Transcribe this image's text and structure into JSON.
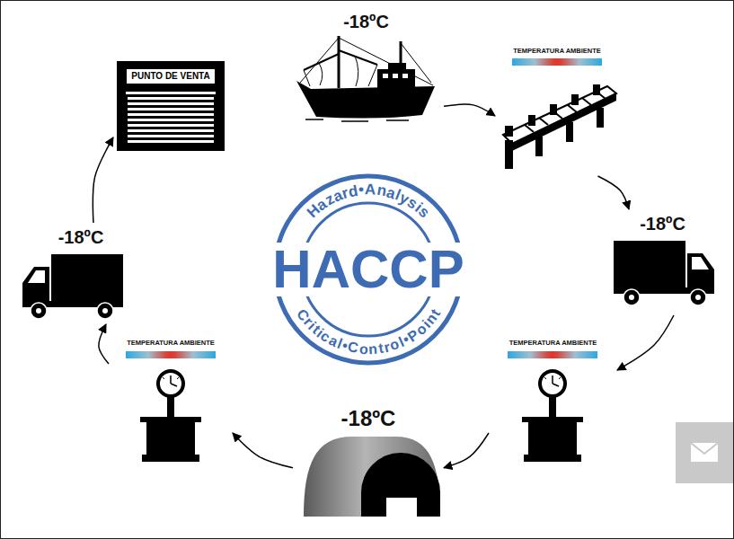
{
  "diagram": {
    "nodes": [
      {
        "text": [
          "-18ºC"
        ]
      },
      {
        "text": [
          "TEMPERATURA AMBIENTE"
        ]
      },
      {
        "text": [
          "-18ºC"
        ]
      },
      {
        "text": [
          "TEMPERATURA AMBIENTE"
        ]
      },
      {
        "text": [
          "-18ºC"
        ]
      },
      {
        "text": [
          "TEMPERATURA AMBIENTE"
        ]
      },
      {
        "text": [
          "-18ºC"
        ]
      },
      {
        "text": [
          "PUNTO DE VENTA"
        ]
      },
      {
        "text": [
          "Hazard•Analysis",
          "HACCP",
          "Critical•Control•Point"
        ]
      }
    ],
    "edges": [
      {
        "from": 0,
        "to": 1,
        "arrow": "to"
      },
      {
        "from": 1,
        "to": 2,
        "arrow": "to"
      },
      {
        "from": 2,
        "to": 3,
        "arrow": "to"
      },
      {
        "from": 3,
        "to": 4,
        "arrow": "to"
      },
      {
        "from": 4,
        "to": 5,
        "arrow": "to"
      },
      {
        "from": 5,
        "to": 6,
        "arrow": "to"
      },
      {
        "from": 6,
        "to": 7,
        "arrow": "to"
      }
    ]
  }
}
